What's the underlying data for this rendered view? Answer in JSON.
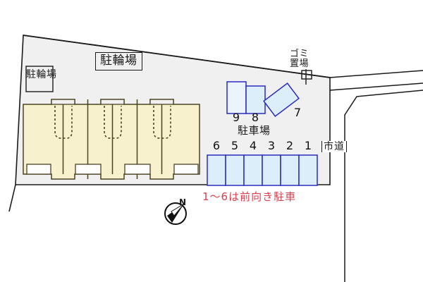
{
  "plan": {
    "title_labels": {
      "bicycle_parking_main": "駐輪場",
      "bicycle_parking_small": "駐輪場",
      "car_parking": "駐車場",
      "garbage_area": "ゴミ置場",
      "city_road": "市道"
    },
    "note": "1〜6は前向き駐車",
    "compass": {
      "label": "N"
    },
    "parking_stalls_row": [
      {
        "number": "6"
      },
      {
        "number": "5"
      },
      {
        "number": "4"
      },
      {
        "number": "3"
      },
      {
        "number": "2"
      },
      {
        "number": "1"
      }
    ],
    "parking_stalls_upper": [
      {
        "number": "9"
      },
      {
        "number": "8"
      },
      {
        "number": "7"
      }
    ],
    "colors": {
      "site_fill": "#f0f0f0",
      "building_fill": "#f7f2cd",
      "building_stroke": "#4a4223",
      "stall_fill": "#ddeefb",
      "stall_stroke": "#2b2bbd",
      "outline": "#1a1a1a",
      "note_red": "#d9424f"
    }
  }
}
